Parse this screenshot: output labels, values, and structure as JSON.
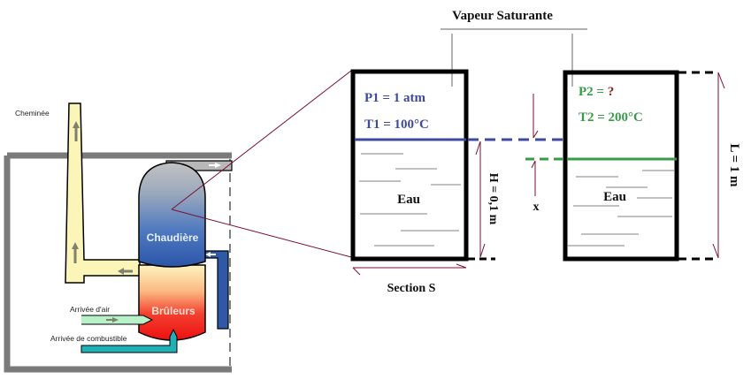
{
  "plant": {
    "chimney_label": "Cheminée",
    "boiler_label": "Chaudière",
    "burner_label": "Brûleurs",
    "air_inlet_label": "Arrivée d'air",
    "fuel_inlet_label": "Arrivée de combustible"
  },
  "header": {
    "title": "Vapeur Saturante"
  },
  "state1": {
    "pressure": "P1 = 1 atm",
    "temperature": "T1 = 100°C",
    "water_label": "Eau",
    "height_label": "H = 0,1 m",
    "section_label": "Section S"
  },
  "state2": {
    "pressure_prefix": "P2 = ",
    "pressure_unknown": "?",
    "temperature": "T2 = 200°C",
    "water_label": "Eau",
    "displacement_label": "x",
    "length_label": "L = 1 m"
  },
  "colors": {
    "state1": "#3f4a9c",
    "state2": "#3a9a4a",
    "unknown": "#8b1a1a",
    "dimension": "#7a1030",
    "leader": "#808080",
    "chimney": "#fbf6b8",
    "boiler_top": "#b8b8b8",
    "boiler_bottom": "#2f5fb0",
    "burner_top": "#fdf2b0",
    "burner_bottom": "#f01010",
    "air": "#b8f0c8",
    "fuel": "#20b0b8",
    "frame": "#7a7a7a"
  }
}
